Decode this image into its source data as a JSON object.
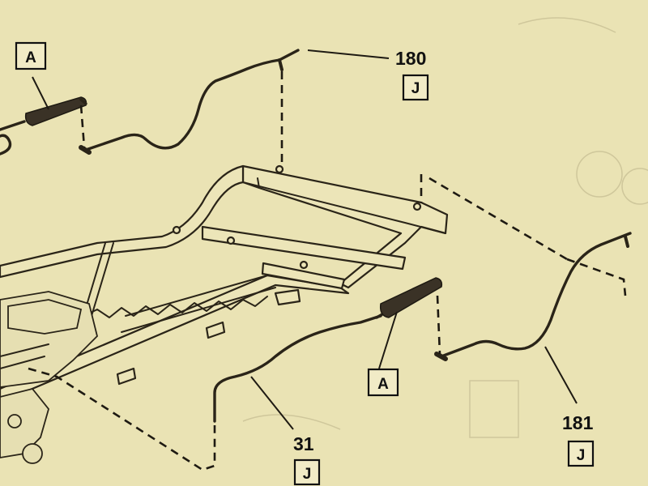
{
  "callouts": {
    "part_180": {
      "number": "180",
      "ref": "J"
    },
    "part_181": {
      "number": "181",
      "ref": "J"
    },
    "part_31": {
      "number": "31",
      "ref": "J"
    },
    "ref_a_top": "A",
    "ref_a_mid": "A"
  },
  "colors": {
    "paper": "#eae3b4",
    "ink": "#2a2418"
  }
}
